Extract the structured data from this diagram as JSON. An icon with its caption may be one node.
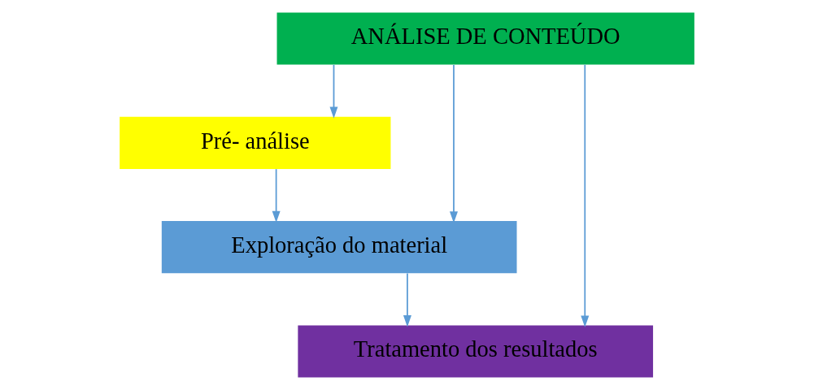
{
  "diagram": {
    "nodes": [
      {
        "text": [
          "ANÁLISE DE CONTEÚDO"
        ]
      },
      {
        "text": [
          "Pré- análise"
        ]
      },
      {
        "text": [
          "Exploração do material"
        ]
      },
      {
        "text": [
          "Tratamento dos resultados"
        ]
      }
    ],
    "edges": [
      {
        "from": 0,
        "to": 1,
        "arrow": "to"
      },
      {
        "from": 0,
        "to": 2,
        "arrow": "to"
      },
      {
        "from": 0,
        "to": 3,
        "arrow": "to"
      },
      {
        "from": 1,
        "to": 2,
        "arrow": "to"
      },
      {
        "from": 2,
        "to": 3,
        "arrow": "to"
      }
    ]
  }
}
